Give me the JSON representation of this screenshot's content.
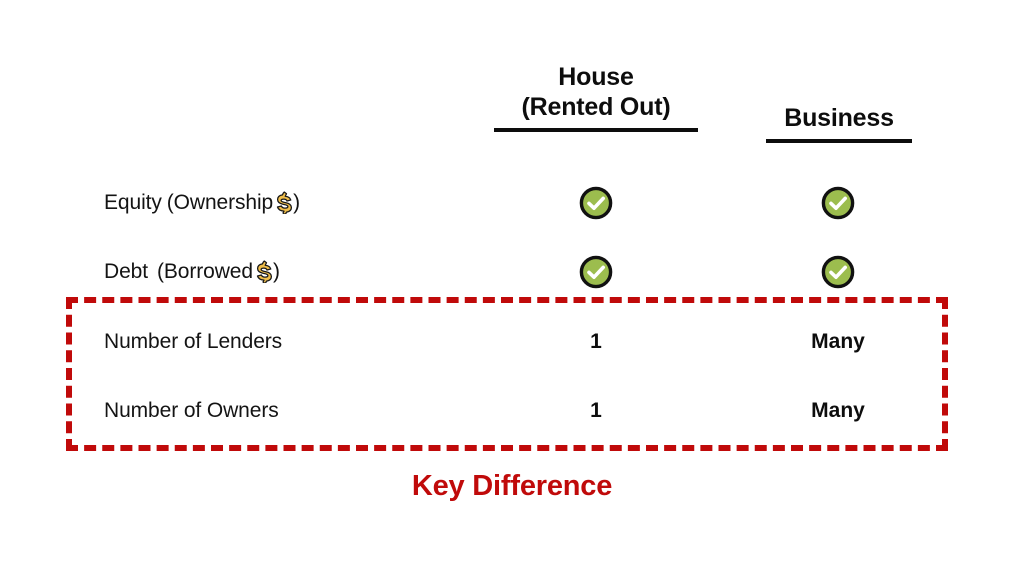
{
  "canvas": {
    "background": "#ffffff",
    "accent_red": "#C00A0A",
    "check_green": "#9CBD4E",
    "check_border": "#111111",
    "text_color": "#111111",
    "dollar_gold": "#F0BE4B"
  },
  "table": {
    "columns": [
      {
        "id": "house",
        "line1": "House",
        "line2": "(Rented Out)"
      },
      {
        "id": "business",
        "line1": "Business",
        "line2": ""
      }
    ],
    "rows": [
      {
        "id": "equity",
        "label_main": "Equity",
        "label_paren_open": "(Ownership",
        "label_paren_close": ")",
        "label_icon": "dollar-sign-emoji",
        "house": "check",
        "business": "check"
      },
      {
        "id": "debt",
        "label_main": "Debt",
        "label_paren_open": "(Borrowed",
        "label_paren_close": ")",
        "label_icon": "dollar-sign-emoji",
        "house": "check",
        "business": "check"
      },
      {
        "id": "lenders",
        "label_main": "Number of Lenders",
        "label_paren_open": "",
        "label_paren_close": "",
        "label_icon": "",
        "house": "1",
        "business": "Many"
      },
      {
        "id": "owners",
        "label_main": "Number of Owners",
        "label_paren_open": "",
        "label_paren_close": "",
        "label_icon": "",
        "house": "1",
        "business": "Many"
      }
    ]
  },
  "highlight": {
    "caption": "Key Difference",
    "border_style": "dashed",
    "border_color": "#C00A0A",
    "covers_rows": [
      "lenders",
      "owners"
    ]
  }
}
